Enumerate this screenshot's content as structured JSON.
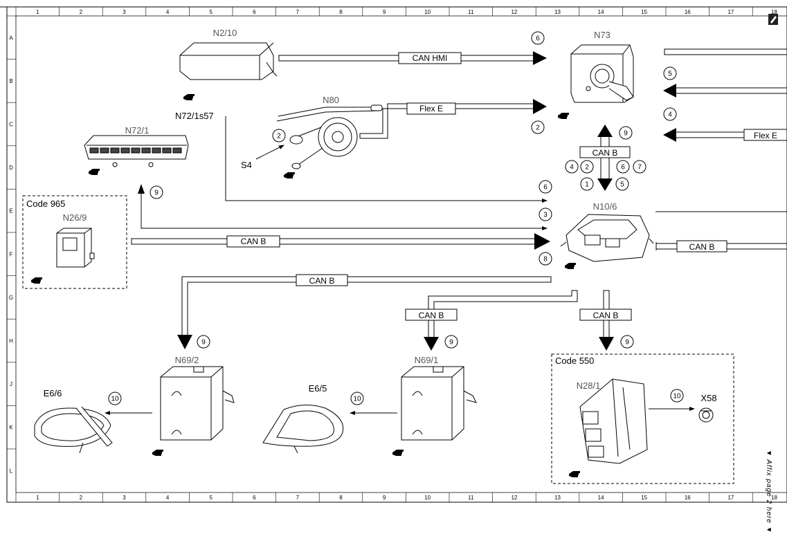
{
  "columns": [
    "1",
    "2",
    "3",
    "4",
    "5",
    "6",
    "7",
    "8",
    "9",
    "10",
    "11",
    "12",
    "13",
    "14",
    "15",
    "16",
    "17",
    "18"
  ],
  "rows": [
    "A",
    "B",
    "C",
    "D",
    "E",
    "F",
    "G",
    "H",
    "J",
    "K",
    "L"
  ],
  "components": {
    "n2_10": "N2/10",
    "n73": "N73",
    "n80": "N80",
    "n72_1": "N72/1",
    "n72_1s57": "N72/1s57",
    "s4": "S4",
    "n26_9": "N26/9",
    "n10_6": "N10/6",
    "n69_2": "N69/2",
    "n69_1": "N69/1",
    "n28_1": "N28/1",
    "e6_6": "E6/6",
    "e6_5": "E6/5",
    "x58": "X58"
  },
  "codes": {
    "code965": "Code 965",
    "code550": "Code 550"
  },
  "bus_labels": {
    "can_hmi": "CAN HMI",
    "flex_e_1": "Flex E",
    "flex_e_2": "Flex E",
    "can_b_center": "CAN B",
    "can_b_f": "CAN B",
    "can_b_right": "CAN B",
    "can_b_g": "CAN B",
    "can_b_h1": "CAN B",
    "can_b_h2": "CAN B"
  },
  "callouts": {
    "c6a": "6",
    "c5a": "5",
    "c4a": "4",
    "c2a": "2",
    "c9a": "9",
    "c4b": "4",
    "c2b": "2",
    "c6b": "6",
    "c7b": "7",
    "c1b": "1",
    "c5b": "5",
    "c2s4": "2",
    "c9n72": "9",
    "c6e": "6",
    "c3e": "3",
    "c8f": "8",
    "c9h1": "9",
    "c9h2": "9",
    "c9h3": "9",
    "c10a": "10",
    "c10b": "10",
    "c10c": "10"
  },
  "side_note": "▼ Affix page 2 here ▼"
}
